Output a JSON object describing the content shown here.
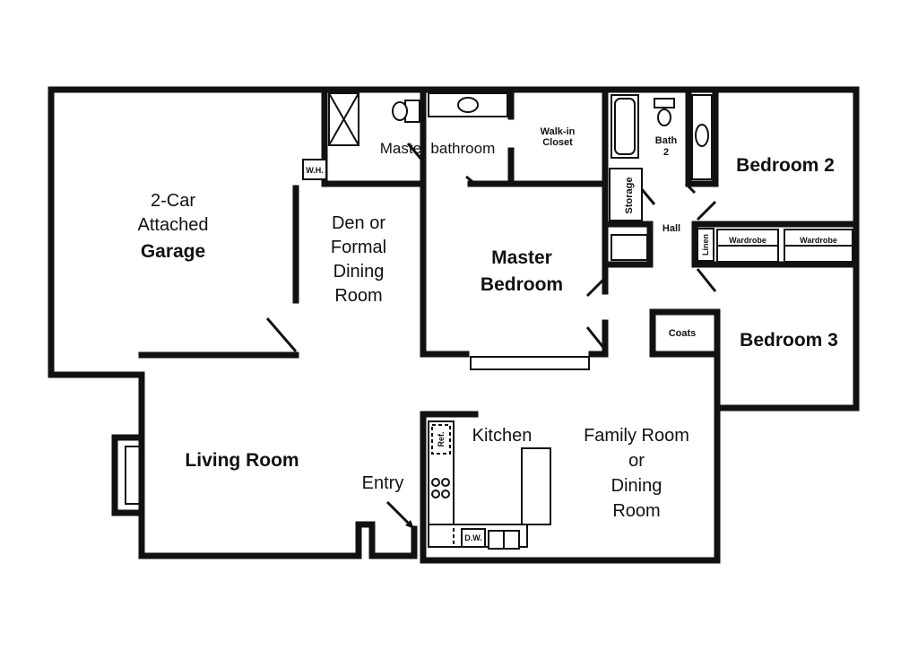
{
  "rooms": {
    "garage": [
      "2-Car",
      "Attached",
      "Garage"
    ],
    "den": [
      "Den or",
      "Formal",
      "Dining",
      "Room"
    ],
    "master_bathroom": "Master bathroom",
    "walk_in_closet": [
      "Walk-in",
      "Closet"
    ],
    "bath2": [
      "Bath",
      "2"
    ],
    "storage": "Storage",
    "hall": "Hall",
    "bedroom2": "Bedroom 2",
    "bedroom3": "Bedroom 3",
    "linen": "Linen",
    "wardrobe": "Wardrobe",
    "wh": "W.H.",
    "master_bedroom": [
      "Master",
      "Bedroom"
    ],
    "coats": "Coats",
    "living_room": "Living Room",
    "kitchen": "Kitchen",
    "family_room": [
      "Family Room",
      "or",
      "Dining",
      "Room"
    ],
    "entry": "Entry",
    "ref": "Ref.",
    "dw": "D.W."
  }
}
